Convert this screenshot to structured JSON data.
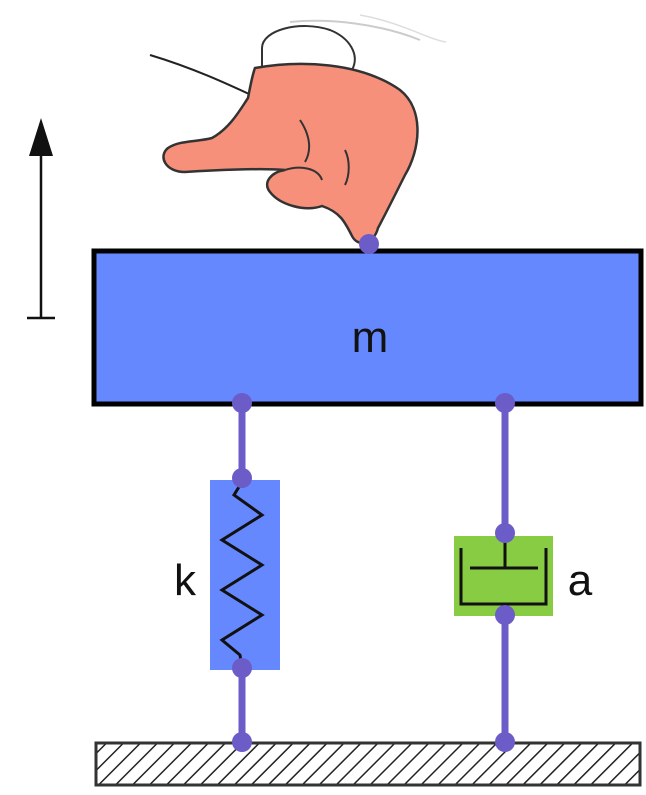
{
  "labels": {
    "mass": "m",
    "spring": "k",
    "damper": "a"
  },
  "colors": {
    "mass_fill": "#6688ff",
    "spring_box": "#6688ff",
    "damper_box": "#88cc44",
    "connector": "#6b5cc8",
    "hand_skin": "#f7907a",
    "outline": "#111111"
  },
  "icons": {
    "hand": "pointing-hand-icon",
    "arrow": "up-arrow-icon"
  }
}
